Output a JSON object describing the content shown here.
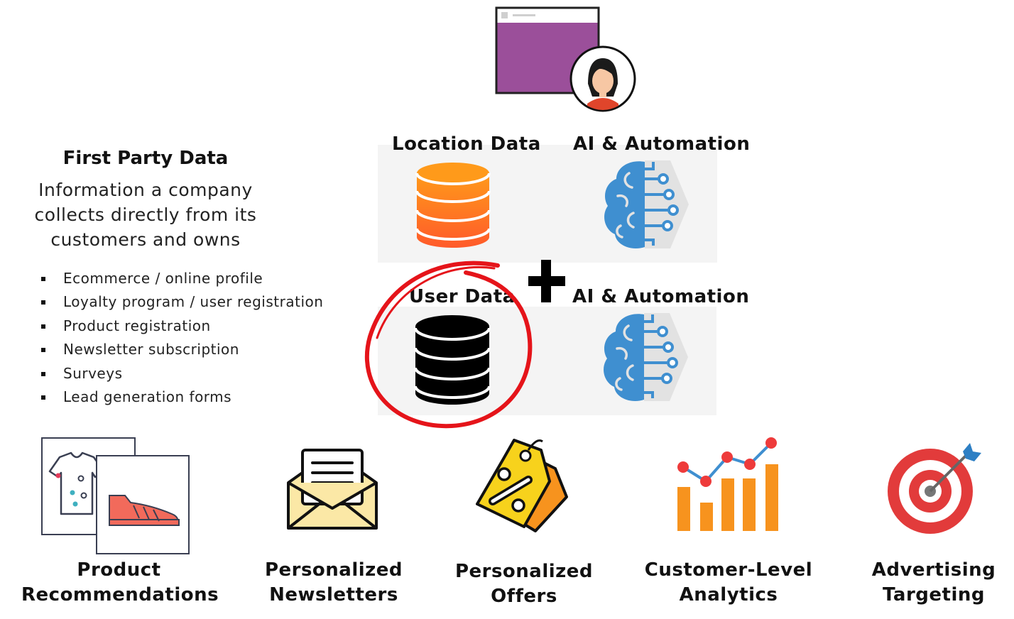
{
  "first_party": {
    "title": "First Party Data",
    "description": "Information a company collects directly from its customers and owns",
    "sources": [
      "Ecommerce / online profile",
      "Loyalty program / user registration",
      "Product registration",
      "Newsletter subscription",
      "Surveys",
      "Lead generation forms"
    ]
  },
  "data_sources": {
    "location_label": "Location Data",
    "user_label": "User Data",
    "ai_label_top": "AI & Automation",
    "ai_label_bottom": "AI & Automation",
    "plus_symbol": "+"
  },
  "outcomes": [
    {
      "line1": "Product",
      "line2": "Recommendations"
    },
    {
      "line1": "Personalized",
      "line2": "Newsletters"
    },
    {
      "line1": "Personalized",
      "line2": "Offers"
    },
    {
      "line1": "Customer-Level",
      "line2": "Analytics"
    },
    {
      "line1": "Advertising",
      "line2": "Targeting"
    }
  ],
  "colors": {
    "browser_fill": "#9b4f9a",
    "location_db": "#ff8c1a",
    "user_db": "#000000",
    "ai_blue": "#3f8fd0",
    "highlight_circle": "#e5141a",
    "envelope": "#fbe8a6",
    "tag_yellow": "#f7d21c",
    "tag_orange": "#f7931e",
    "chart_orange": "#f7931e",
    "chart_red": "#ee3b3b",
    "target_red": "#e23b3b"
  }
}
